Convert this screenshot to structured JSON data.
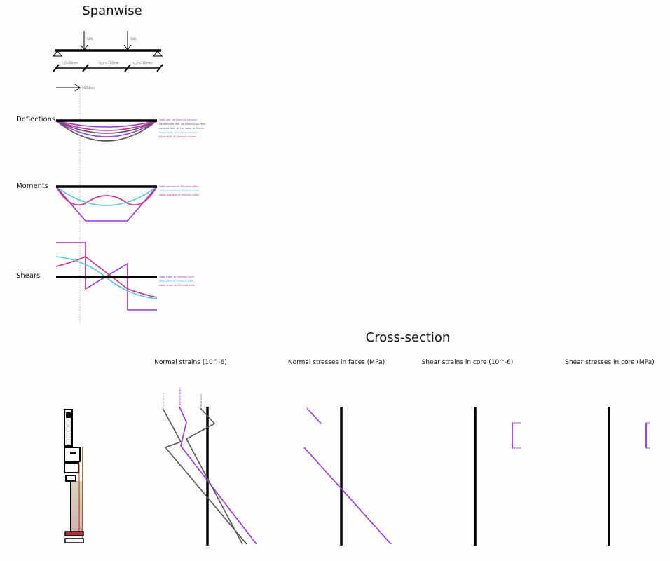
{
  "titles": {
    "spanwise": "Spanwise",
    "cross_section": "Cross-section"
  },
  "row_labels": {
    "deflections": "Deflections",
    "moments": "Moments",
    "shears": "Shears"
  },
  "column_headers": {
    "normal_strains": "Normal strains (10^-6)",
    "normal_stresses": "Normal stresses in faces (MPa)",
    "shear_strains": "Shear strains in core (10^-6)",
    "shear_stresses": "Shear stresses in core (MPa)"
  },
  "colors": {
    "beam": "#000000",
    "purple": "#9b30e6",
    "magenta": "#d0307a",
    "cyan": "#4fc8e8",
    "dark": "#555555",
    "mid": "#777777"
  },
  "beam_annotations": {
    "load_left": "50N",
    "load_right": "50N",
    "dim_left": "L_0=50mm",
    "dim_mid": "(L_t = 150mm",
    "dim_right": "L_3 =100mm",
    "probe": "50/53mm"
  },
  "legends": {
    "deflections": [
      "Total defl. at 50mm/2.34mm/2",
      "Sandwiches defl. at 50mm/x.xx/ mm",
      "Layered defl. at 1m/ point of 51mm",
      "Linear defl. at 50mm/x.xx/mm",
      "Layer defl. at 50mm/x.xx/mm"
    ],
    "moments": [
      "Total moment at 50mm/x.x/Nm",
      "Cross moment at 50mm/x.x/Nm",
      "Local moment at 50mm/x.x/Nm"
    ],
    "shears": [
      "Total shear at 50mm/x.xx/N",
      "Web shear at 50mm/x.xx/N",
      "Local shear at 50mm/x.xx/N"
    ]
  },
  "strain_labels": [
    "total strain",
    "bending strain",
    "axial strain"
  ]
}
